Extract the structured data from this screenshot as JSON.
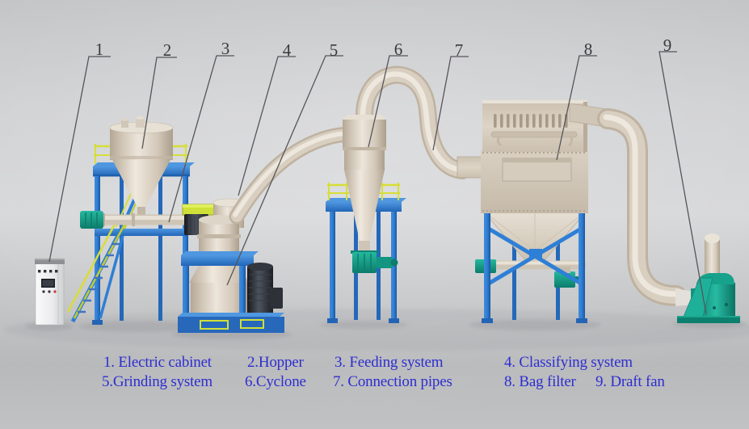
{
  "callouts": [
    {
      "number": "1",
      "target": "electric-cabinet"
    },
    {
      "number": "2",
      "target": "hopper"
    },
    {
      "number": "3",
      "target": "feeding-system"
    },
    {
      "number": "4",
      "target": "classifying-system"
    },
    {
      "number": "5",
      "target": "grinding-system"
    },
    {
      "number": "6",
      "target": "cyclone"
    },
    {
      "number": "7",
      "target": "connection-pipes"
    },
    {
      "number": "8",
      "target": "bag-filter"
    },
    {
      "number": "9",
      "target": "draft-fan"
    }
  ],
  "legend": {
    "row1": [
      "1. Electric cabinet",
      "2.Hopper",
      "3. Feeding system",
      "4. Classifying system"
    ],
    "row2": [
      "5.Grinding system",
      "6.Cyclone",
      "7. Connection pipes",
      "8. Bag filter",
      "9. Draft fan"
    ]
  },
  "colors": {
    "legend_text": "#2e2ecf",
    "callout_text": "#3a3a3c",
    "frame_blue": "#2e7fd6",
    "frame_blue_dark": "#1d5fae",
    "railing_yellow_green": "#d6de38",
    "equipment_beige": "#d8cfc1",
    "equipment_beige_dark": "#b9ac9a",
    "valve_teal": "#17a28c",
    "motor_dark": "#26282d",
    "background_gray": "#cbccce"
  }
}
